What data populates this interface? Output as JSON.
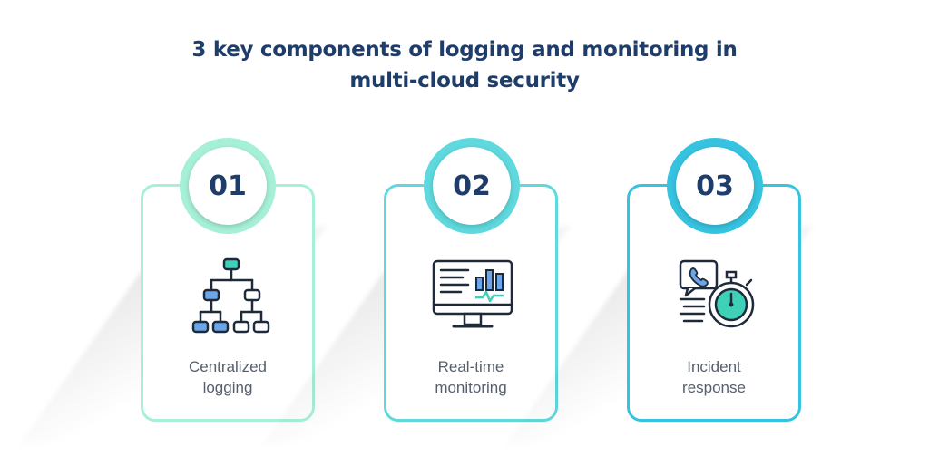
{
  "title": {
    "line1": "3 key components of logging and monitoring in",
    "line2": "multi-cloud security"
  },
  "cards": [
    {
      "number": "01",
      "label_line1": "Centralized",
      "label_line2": "logging",
      "icon": "hierarchy-tree-icon",
      "accent": "#a7f0d8"
    },
    {
      "number": "02",
      "label_line1": "Real-time",
      "label_line2": "monitoring",
      "icon": "monitor-dashboard-icon",
      "accent": "#5fd9dd"
    },
    {
      "number": "03",
      "label_line1": "Incident",
      "label_line2": "response",
      "icon": "stopwatch-call-icon",
      "accent": "#36c3e0"
    }
  ],
  "colors": {
    "title": "#1f3d6b",
    "label": "#555f6d",
    "icon_outline": "#1e2a3a",
    "icon_blue": "#6aa6e8",
    "icon_teal": "#3fd1b7"
  }
}
